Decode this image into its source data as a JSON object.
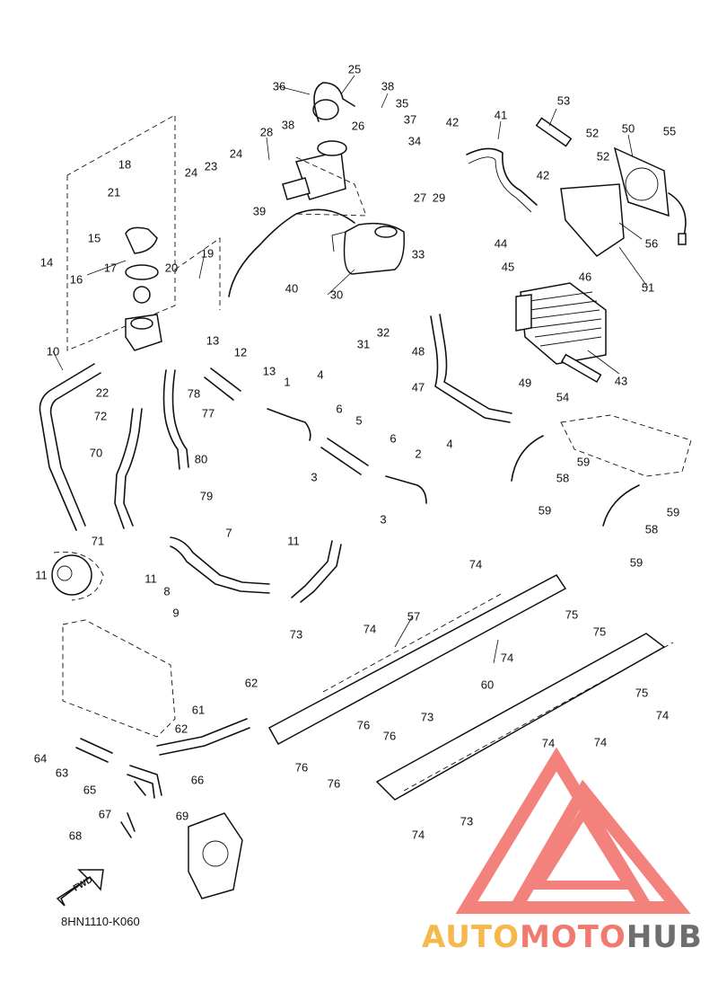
{
  "diagram": {
    "code": "8HN1110-K060",
    "fwd_label": "FWD",
    "callouts": [
      {
        "id": "1",
        "label": "1"
      },
      {
        "id": "2",
        "label": "2"
      },
      {
        "id": "3a",
        "label": "3"
      },
      {
        "id": "3b",
        "label": "3"
      },
      {
        "id": "4a",
        "label": "4"
      },
      {
        "id": "4b",
        "label": "4"
      },
      {
        "id": "5",
        "label": "5"
      },
      {
        "id": "6a",
        "label": "6"
      },
      {
        "id": "6b",
        "label": "6"
      },
      {
        "id": "7",
        "label": "7"
      },
      {
        "id": "8",
        "label": "8"
      },
      {
        "id": "9",
        "label": "9"
      },
      {
        "id": "10",
        "label": "10"
      },
      {
        "id": "11a",
        "label": "11"
      },
      {
        "id": "11b",
        "label": "11"
      },
      {
        "id": "11c",
        "label": "11"
      },
      {
        "id": "12",
        "label": "12"
      },
      {
        "id": "13a",
        "label": "13"
      },
      {
        "id": "13b",
        "label": "13"
      },
      {
        "id": "14",
        "label": "14"
      },
      {
        "id": "15",
        "label": "15"
      },
      {
        "id": "16",
        "label": "16"
      },
      {
        "id": "17",
        "label": "17"
      },
      {
        "id": "18",
        "label": "18"
      },
      {
        "id": "19",
        "label": "19"
      },
      {
        "id": "20",
        "label": "20"
      },
      {
        "id": "21",
        "label": "21"
      },
      {
        "id": "22",
        "label": "22"
      },
      {
        "id": "23",
        "label": "23"
      },
      {
        "id": "24a",
        "label": "24"
      },
      {
        "id": "24b",
        "label": "24"
      },
      {
        "id": "25",
        "label": "25"
      },
      {
        "id": "26",
        "label": "26"
      },
      {
        "id": "27",
        "label": "27"
      },
      {
        "id": "28",
        "label": "28"
      },
      {
        "id": "29",
        "label": "29"
      },
      {
        "id": "30",
        "label": "30"
      },
      {
        "id": "31",
        "label": "31"
      },
      {
        "id": "32",
        "label": "32"
      },
      {
        "id": "33",
        "label": "33"
      },
      {
        "id": "34",
        "label": "34"
      },
      {
        "id": "35",
        "label": "35"
      },
      {
        "id": "36",
        "label": "36"
      },
      {
        "id": "37",
        "label": "37"
      },
      {
        "id": "38a",
        "label": "38"
      },
      {
        "id": "38b",
        "label": "38"
      },
      {
        "id": "39",
        "label": "39"
      },
      {
        "id": "40",
        "label": "40"
      },
      {
        "id": "41",
        "label": "41"
      },
      {
        "id": "42a",
        "label": "42"
      },
      {
        "id": "42b",
        "label": "42"
      },
      {
        "id": "43",
        "label": "43"
      },
      {
        "id": "44",
        "label": "44"
      },
      {
        "id": "45",
        "label": "45"
      },
      {
        "id": "46",
        "label": "46"
      },
      {
        "id": "47",
        "label": "47"
      },
      {
        "id": "48",
        "label": "48"
      },
      {
        "id": "49",
        "label": "49"
      },
      {
        "id": "50",
        "label": "50"
      },
      {
        "id": "51",
        "label": "51"
      },
      {
        "id": "52a",
        "label": "52"
      },
      {
        "id": "52b",
        "label": "52"
      },
      {
        "id": "53",
        "label": "53"
      },
      {
        "id": "54",
        "label": "54"
      },
      {
        "id": "55",
        "label": "55"
      },
      {
        "id": "56",
        "label": "56"
      },
      {
        "id": "57",
        "label": "57"
      },
      {
        "id": "58a",
        "label": "58"
      },
      {
        "id": "58b",
        "label": "58"
      },
      {
        "id": "59a",
        "label": "59"
      },
      {
        "id": "59b",
        "label": "59"
      },
      {
        "id": "59c",
        "label": "59"
      },
      {
        "id": "59d",
        "label": "59"
      },
      {
        "id": "60",
        "label": "60"
      },
      {
        "id": "61",
        "label": "61"
      },
      {
        "id": "62a",
        "label": "62"
      },
      {
        "id": "62b",
        "label": "62"
      },
      {
        "id": "63",
        "label": "63"
      },
      {
        "id": "64",
        "label": "64"
      },
      {
        "id": "65",
        "label": "65"
      },
      {
        "id": "66",
        "label": "66"
      },
      {
        "id": "67",
        "label": "67"
      },
      {
        "id": "68",
        "label": "68"
      },
      {
        "id": "69",
        "label": "69"
      },
      {
        "id": "70",
        "label": "70"
      },
      {
        "id": "71",
        "label": "71"
      },
      {
        "id": "72",
        "label": "72"
      },
      {
        "id": "73a",
        "label": "73"
      },
      {
        "id": "73b",
        "label": "73"
      },
      {
        "id": "73c",
        "label": "73"
      },
      {
        "id": "74a",
        "label": "74"
      },
      {
        "id": "74b",
        "label": "74"
      },
      {
        "id": "74c",
        "label": "74"
      },
      {
        "id": "74d",
        "label": "74"
      },
      {
        "id": "74e",
        "label": "74"
      },
      {
        "id": "74f",
        "label": "74"
      },
      {
        "id": "74g",
        "label": "74"
      },
      {
        "id": "75a",
        "label": "75"
      },
      {
        "id": "75b",
        "label": "75"
      },
      {
        "id": "75c",
        "label": "75"
      },
      {
        "id": "76a",
        "label": "76"
      },
      {
        "id": "76b",
        "label": "76"
      },
      {
        "id": "76c",
        "label": "76"
      },
      {
        "id": "76d",
        "label": "76"
      },
      {
        "id": "77",
        "label": "77"
      },
      {
        "id": "78",
        "label": "78"
      },
      {
        "id": "79",
        "label": "79"
      },
      {
        "id": "80",
        "label": "80"
      }
    ]
  },
  "watermark": {
    "brand_part1": "AUTO",
    "brand_part2": "MOTO",
    "brand_part3": "HUB",
    "color_part1": "#f6b84a",
    "color_part2": "#f07a6e",
    "color_part3": "#6e6e6e",
    "logo_color": "#f26d66"
  }
}
